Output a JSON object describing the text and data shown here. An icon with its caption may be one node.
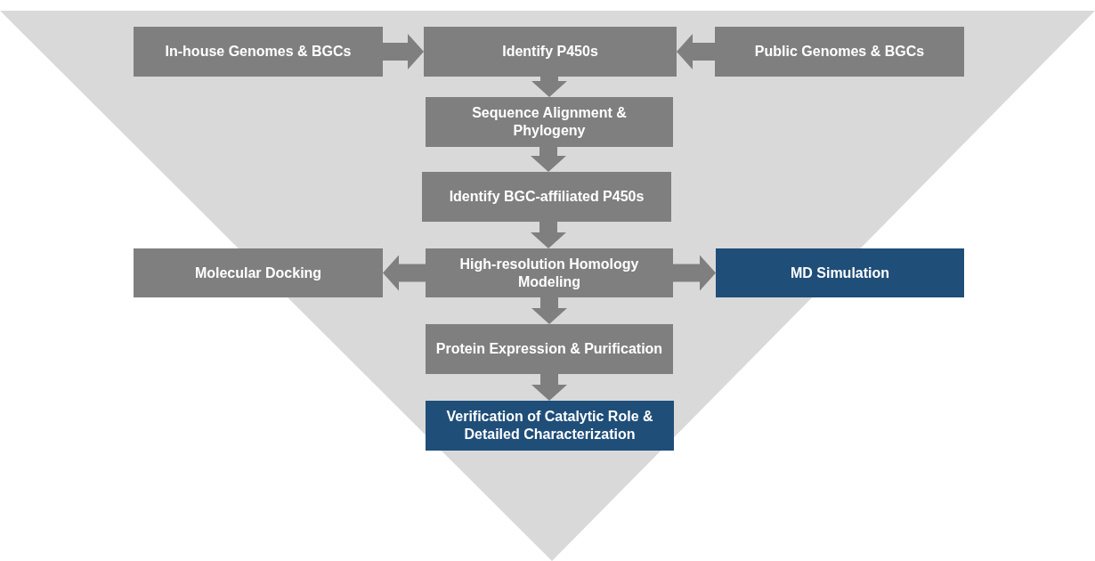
{
  "diagram": {
    "nodes": [
      {
        "text": [
          "In-house Genomes & BGCs"
        ]
      },
      {
        "text": [
          "Identify P450s"
        ]
      },
      {
        "text": [
          "Public Genomes & BGCs"
        ]
      },
      {
        "text": [
          "Sequence Alignment & Phylogeny"
        ]
      },
      {
        "text": [
          "Identify BGC-affiliated P450s"
        ]
      },
      {
        "text": [
          "Molecular Docking"
        ]
      },
      {
        "text": [
          "High-resolution Homology Modeling"
        ]
      },
      {
        "text": [
          "MD Simulation"
        ]
      },
      {
        "text": [
          "Protein Expression & Purification"
        ]
      },
      {
        "text": [
          "Verification of Catalytic Role & Detailed Characterization"
        ]
      }
    ],
    "edges": [
      {
        "from": 0,
        "to": 1,
        "arrow": "to"
      },
      {
        "from": 2,
        "to": 1,
        "arrow": "to"
      },
      {
        "from": 1,
        "to": 3,
        "arrow": "to"
      },
      {
        "from": 3,
        "to": 4,
        "arrow": "to"
      },
      {
        "from": 4,
        "to": 6,
        "arrow": "to"
      },
      {
        "from": 6,
        "to": 5,
        "arrow": "to"
      },
      {
        "from": 6,
        "to": 7,
        "arrow": "to"
      },
      {
        "from": 6,
        "to": 8,
        "arrow": "to"
      },
      {
        "from": 8,
        "to": 9,
        "arrow": "to"
      }
    ]
  }
}
